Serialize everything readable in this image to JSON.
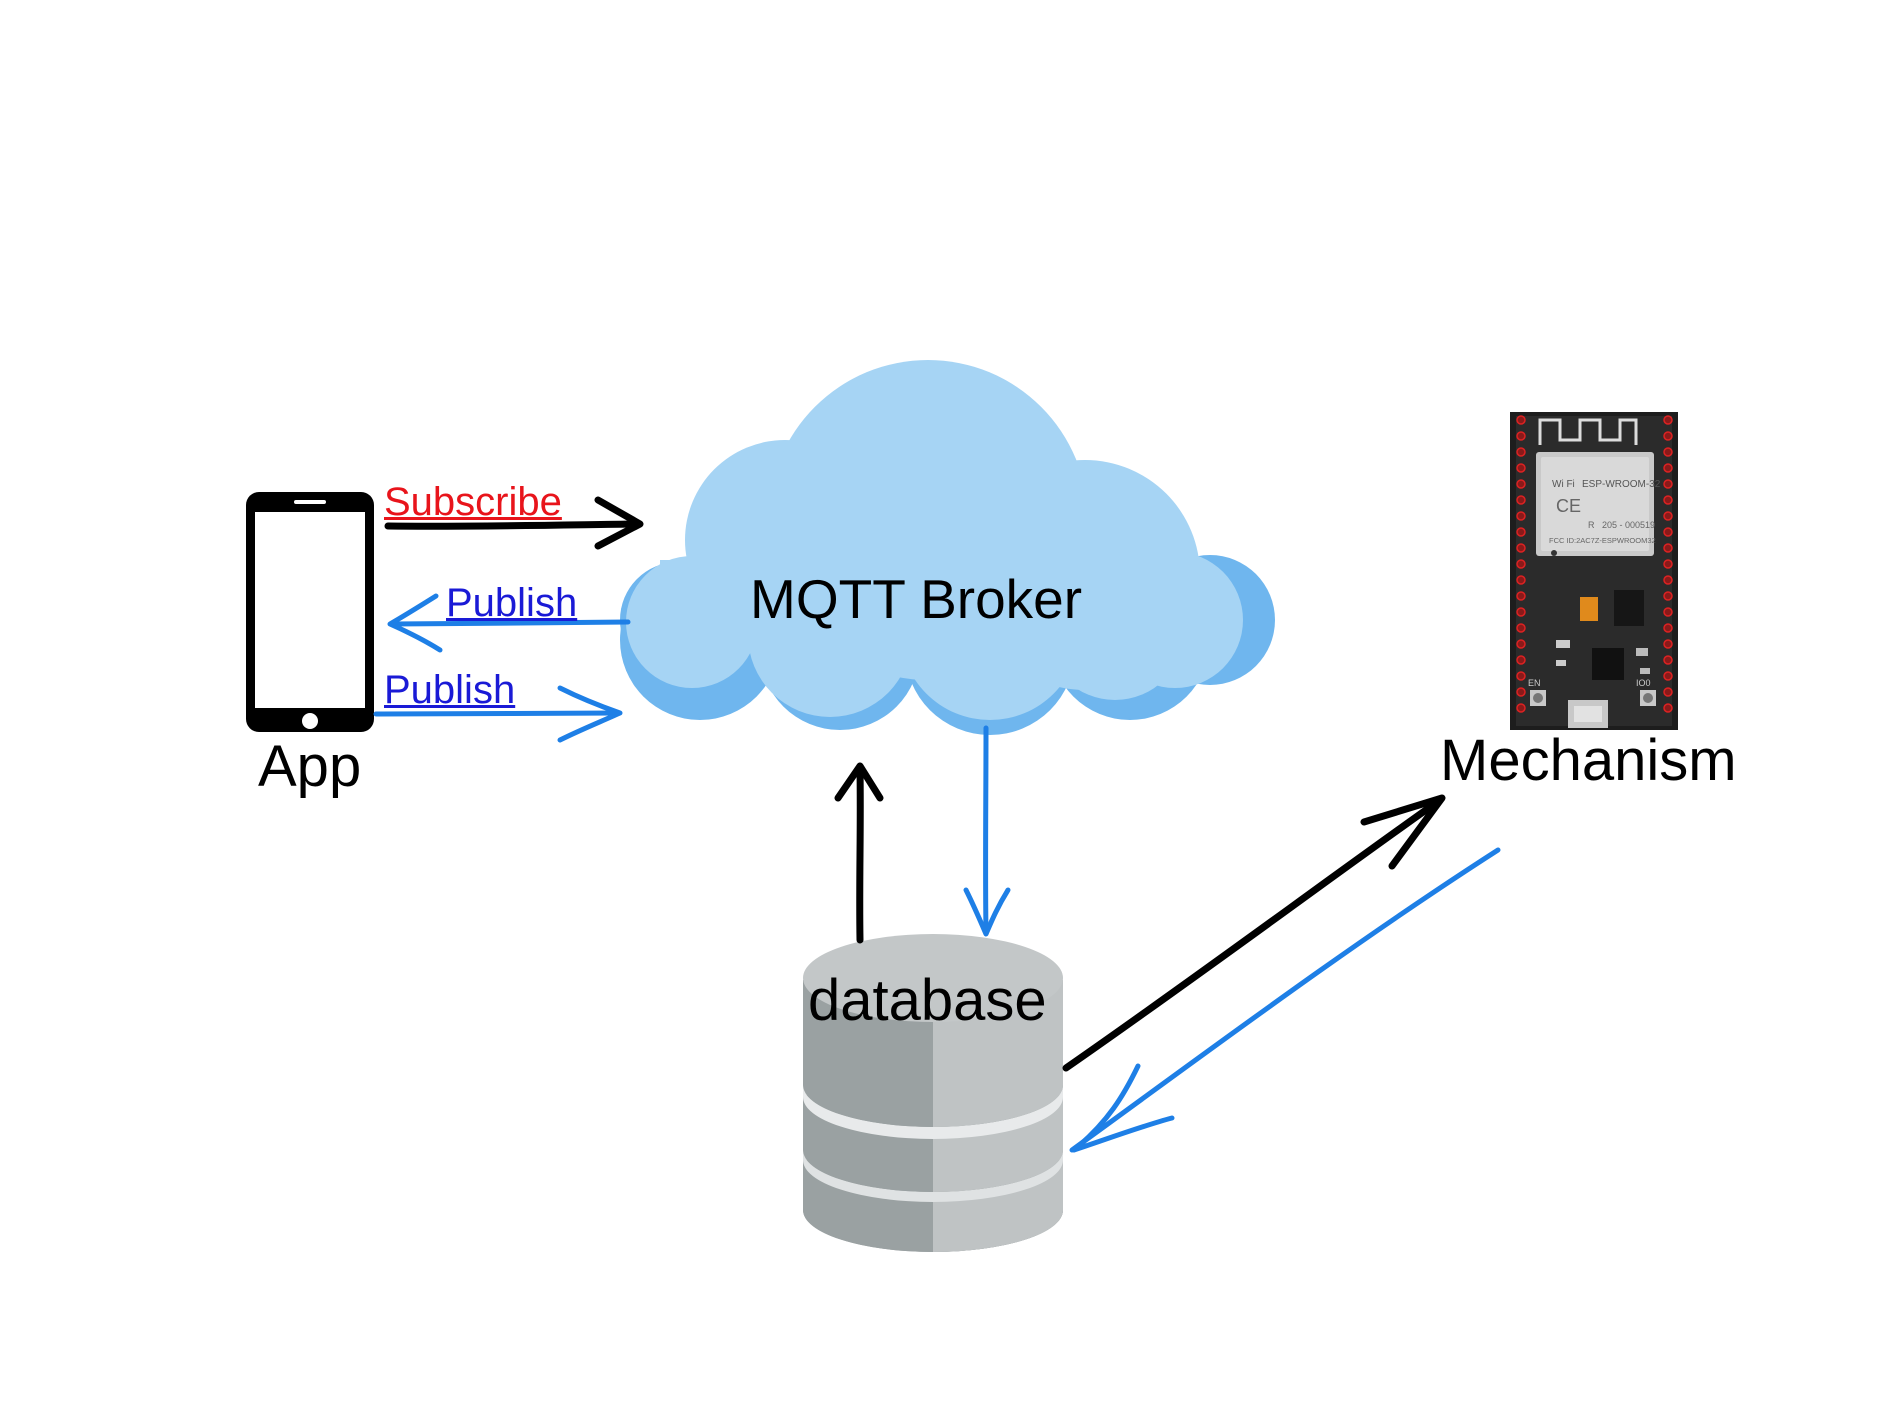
{
  "nodes": {
    "app": {
      "label": "App",
      "icon": "smartphone-icon"
    },
    "broker": {
      "label": "MQTT Broker",
      "icon": "cloud-icon"
    },
    "database": {
      "label": "database",
      "icon": "database-icon"
    },
    "mechanism": {
      "label": "Mechanism",
      "icon": "esp32-board-icon",
      "board_text": {
        "module": "ESP-WROOM-32",
        "logo": "Wi Fi",
        "cert_a": "CE",
        "cert_b": "R",
        "cert_id": "205 - 000519",
        "fcc": "FCC ID:2AC7Z-ESPWROOM32",
        "en": "EN",
        "io0": "IO0"
      }
    }
  },
  "edges": {
    "subscribe": {
      "label": "Subscribe",
      "color": "#e8141b"
    },
    "publish_to_app": {
      "label": "Publish",
      "color": "#1a1ad6"
    },
    "publish_from_app": {
      "label": "Publish",
      "color": "#1a1ad6"
    }
  },
  "colors": {
    "black_arrow": "#000000",
    "blue_arrow": "#1e7fe6",
    "cloud": "#a6d4f4",
    "cloud_shadow": "#74baf1",
    "db_light": "#bfc3c4",
    "db_dark": "#9aa1a2"
  }
}
